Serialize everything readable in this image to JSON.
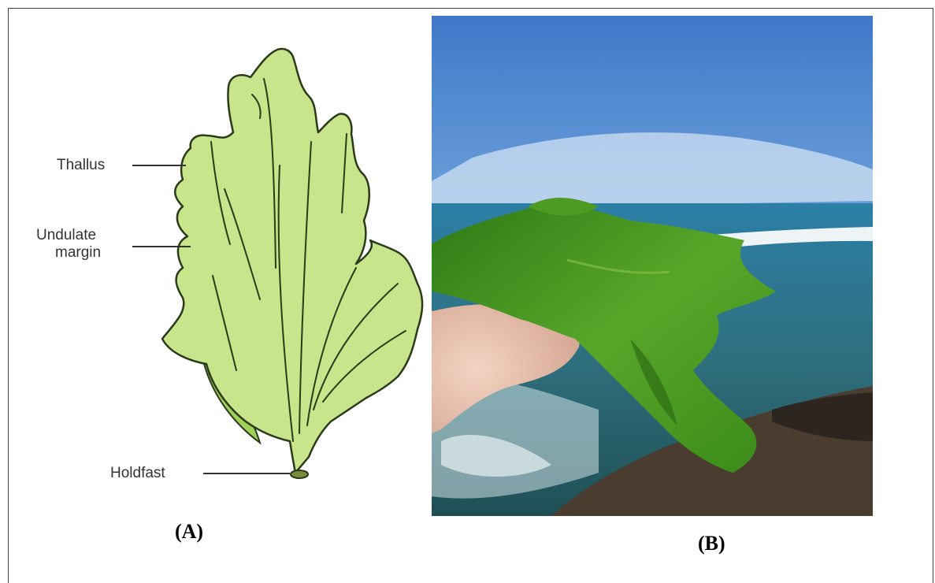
{
  "diagram": {
    "labels": {
      "thallus": "Thallus",
      "undulate_margin_line1": "Undulate",
      "undulate_margin_line2": "margin",
      "holdfast": "Holdfast"
    }
  },
  "captions": {
    "panel_a": "(A)",
    "panel_b": "(B)"
  },
  "photo": {
    "subject": "green seaweed held in hand at seashore"
  },
  "colors": {
    "thallus_fill": "#c9e58c",
    "thallus_fold": "#9fd15a",
    "outline": "#2a3a1a",
    "sky_top": "#4e86cf",
    "sky_bottom": "#b9d3ee",
    "sea": "#2a6f8a",
    "seaweed": "#3f8f1e"
  }
}
